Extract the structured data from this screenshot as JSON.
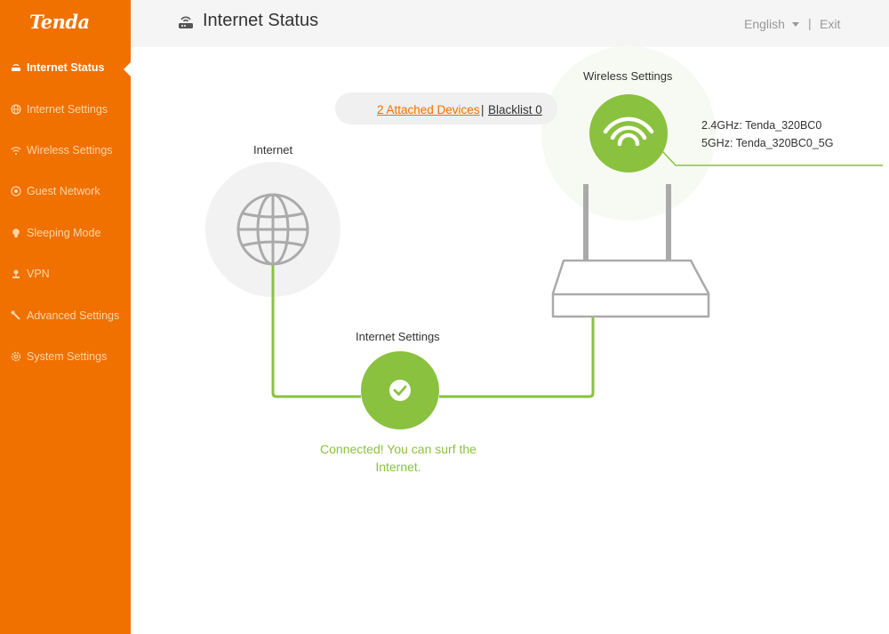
{
  "brand": {
    "logo_text": "Tenda"
  },
  "sidebar": {
    "items": [
      {
        "label": "Internet Status",
        "icon": "router-icon",
        "active": true
      },
      {
        "label": "Internet Settings",
        "icon": "globe-icon",
        "active": false
      },
      {
        "label": "Wireless Settings",
        "icon": "wifi-icon",
        "active": false
      },
      {
        "label": "Guest Network",
        "icon": "guest-icon",
        "active": false
      },
      {
        "label": "Sleeping Mode",
        "icon": "bulb-icon",
        "active": false
      },
      {
        "label": "VPN",
        "icon": "vpn-icon",
        "active": false
      },
      {
        "label": "Advanced Settings",
        "icon": "tools-icon",
        "active": false
      },
      {
        "label": "System Settings",
        "icon": "gear-icon",
        "active": false
      }
    ]
  },
  "header": {
    "title": "Internet Status",
    "language": "English",
    "separator": "|",
    "exit_label": "Exit"
  },
  "devices": {
    "attached_link": "2 Attached Devices",
    "separator": "|",
    "blacklist_link": "Blacklist 0"
  },
  "diagram": {
    "internet_label": "Internet",
    "internet_settings_label": "Internet Settings",
    "wireless_settings_label": "Wireless Settings",
    "status_text": "Connected! You can surf the Internet.",
    "wifi_24": "2.4GHz: Tenda_320BC0",
    "wifi_5": "5GHz: Tenda_320BC0_5G"
  },
  "colors": {
    "accent": "#f07000",
    "green": "#8ac13f",
    "gray_icon": "#aaaaaa"
  }
}
